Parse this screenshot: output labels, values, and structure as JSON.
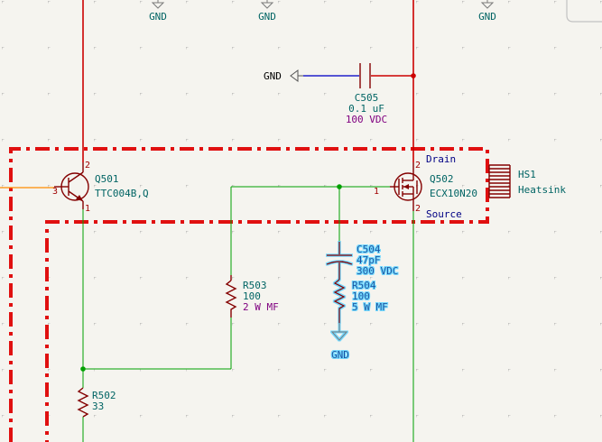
{
  "power": {
    "gnd1": "GND",
    "gnd2": "GND",
    "gnd3": "GND",
    "gnd4": "GND",
    "gnd5": "GND"
  },
  "components": {
    "q501": {
      "ref": "Q501",
      "value": "TTC004B,Q",
      "pin_base": "3",
      "pin_collector": "2",
      "pin_emitter": "1"
    },
    "q502": {
      "ref": "Q502",
      "value": "ECX10N20",
      "pin_gate": "1",
      "pin_drain": "2",
      "pin_source": "2",
      "drain_label": "Drain",
      "source_label": "Source"
    },
    "c505": {
      "ref": "C505",
      "value": "0.1 uF",
      "voltage": "100 VDC"
    },
    "c504": {
      "ref": "C504",
      "value": "47pF",
      "voltage": "300 VDC"
    },
    "r503": {
      "ref": "R503",
      "value": "100",
      "power": "2 W MF"
    },
    "r504": {
      "ref": "R504",
      "value": "100",
      "power": "5 W MF"
    },
    "r502": {
      "ref": "R502",
      "value": "33"
    },
    "hs1": {
      "ref": "HS1",
      "value": "Heatsink"
    }
  },
  "colors": {
    "background": "#f5f4ef",
    "wire": "#00a000",
    "rail": "#cc0000",
    "symbol": "#840000",
    "label": "#006464",
    "selection_highlight": "#5ad2ff"
  }
}
